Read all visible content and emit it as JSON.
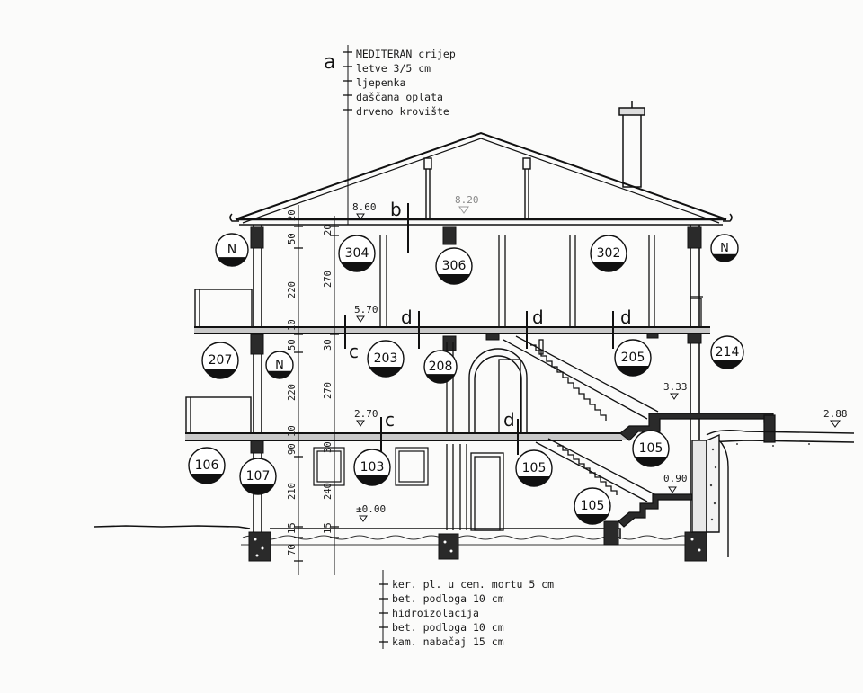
{
  "roof_spec": {
    "marker": "a",
    "layers": [
      "MEDITERAN crijep",
      "letve 3/5 cm",
      "ljepenka",
      "daščana oplata",
      "drveno krovište"
    ]
  },
  "floor_spec": {
    "layers": [
      "ker. pl. u cem. mortu 5 cm",
      "bet. podloga 10 cm",
      "hidroizolacija",
      "bet. podloga 10 cm",
      "kam. nabačaj 15 cm"
    ]
  },
  "section_markers": {
    "b": "b",
    "c_upper": "c",
    "c_lower": "c",
    "d1": "d",
    "d2": "d",
    "d3": "d",
    "d4": "d"
  },
  "levels": {
    "roof_level": "8.60",
    "ridge_level": "8.20",
    "second_floor": "5.70",
    "first_floor": "2.70",
    "ground": "±0.00",
    "terrace": "3.33",
    "terrain_right": "2.88",
    "lower_step": "0.90"
  },
  "rooms": {
    "r304": "304",
    "r306": "306",
    "r302": "302",
    "r203": "203",
    "r208": "208",
    "r205": "205",
    "r207": "207",
    "r214": "214",
    "r103": "103",
    "r105a": "105",
    "r105b": "105",
    "r105c": "105",
    "r106": "106",
    "r107": "107",
    "n_left_top": "N",
    "n_right_top": "N",
    "n_mid": "N"
  },
  "dimensions": {
    "outer": [
      "20",
      "50",
      "220",
      "10",
      "50",
      "220",
      "10",
      "90",
      "210",
      "15",
      "70"
    ],
    "inner": [
      "20",
      "270",
      "30",
      "270",
      "30",
      "240",
      "15"
    ]
  }
}
